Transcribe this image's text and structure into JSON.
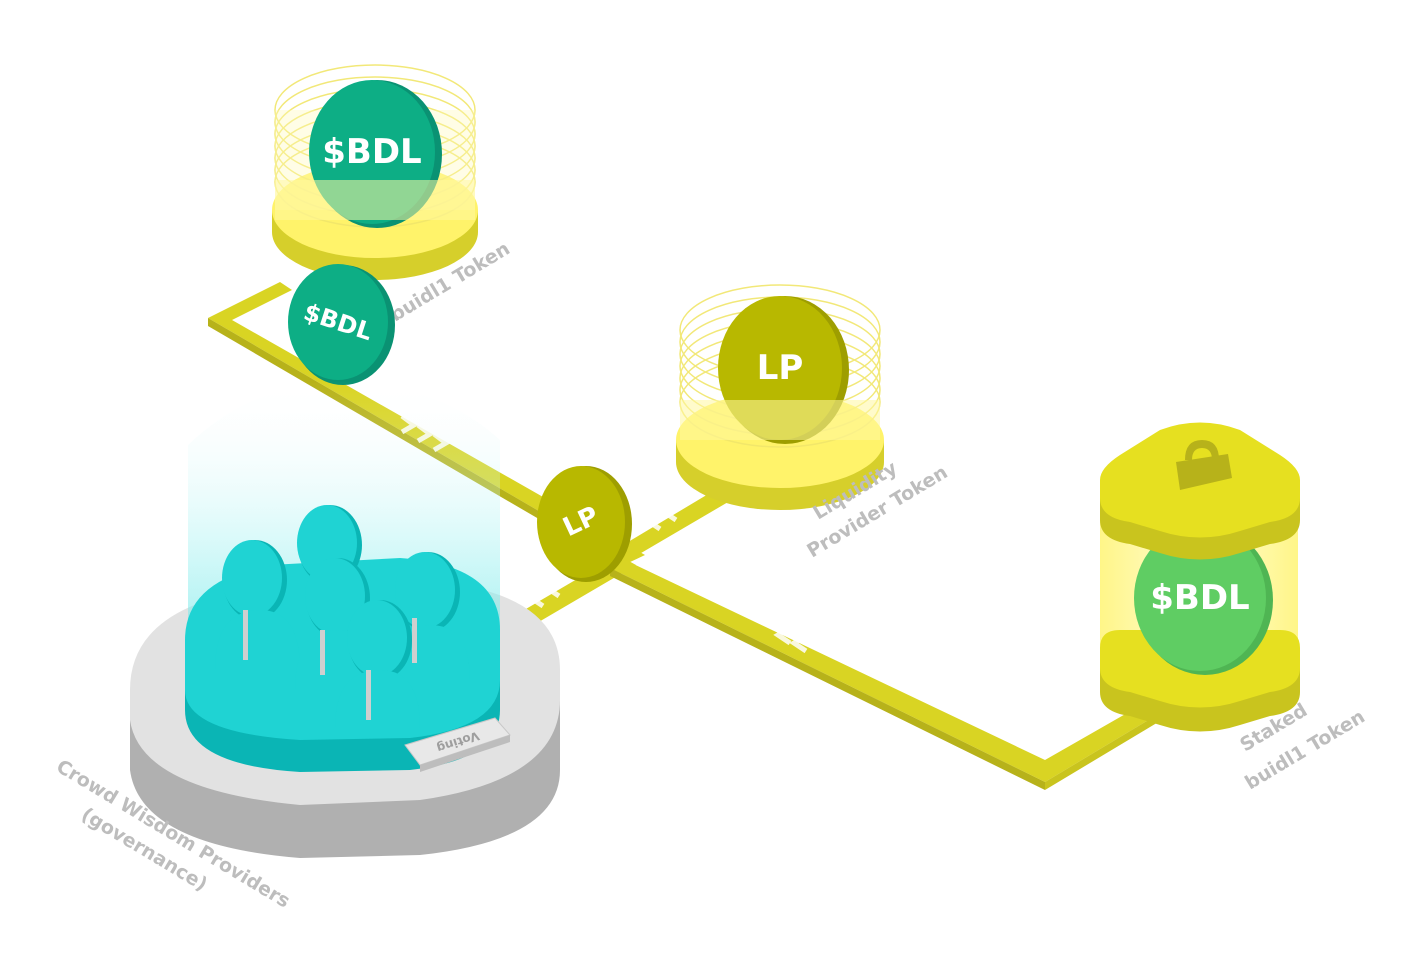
{
  "colors": {
    "track": "#d9d423",
    "track_dark": "#b7b21a",
    "coin_sbdl": "#0dae85",
    "coin_lp": "#b8b800",
    "coin_staked": "#5fcd63",
    "halo": "#fff8a0",
    "people": "#1fd3d3",
    "base_gray": "#e2e2e2"
  },
  "tokens": {
    "top_coin_label": "$BDL",
    "top_caption": "buidl1 Token",
    "moving_coin_label": "$BDL",
    "lp_coin_label": "LP",
    "lp_caption_line1": "Liquidity",
    "lp_caption_line2": "Provider Token",
    "moving_lp_label": "LP",
    "staked_coin_label": "$BDL",
    "staked_caption_line1": "Staked",
    "staked_caption_line2": "buidl1 Token"
  },
  "governance": {
    "voting_label": "Voting",
    "caption_line1": "Crowd Wisdom Providers",
    "caption_line2": "(governance)"
  },
  "icons": {
    "lock": "lock-icon"
  }
}
